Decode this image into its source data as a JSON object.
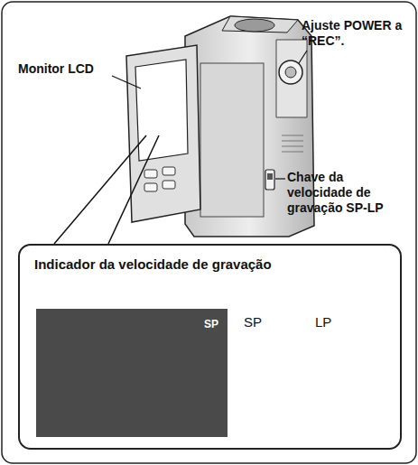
{
  "diagram": {
    "nodes": [
      {
        "text": [
          "Indicador da velocidade de gravação"
        ]
      },
      {
        "text": [
          "SP"
        ],
        "in": 0
      }
    ],
    "labels": [
      "Monitor LCD",
      "Ajuste POWER a “REC”.",
      "Chave da velocidade de gravação SP-LP",
      "SP",
      "LP"
    ]
  }
}
